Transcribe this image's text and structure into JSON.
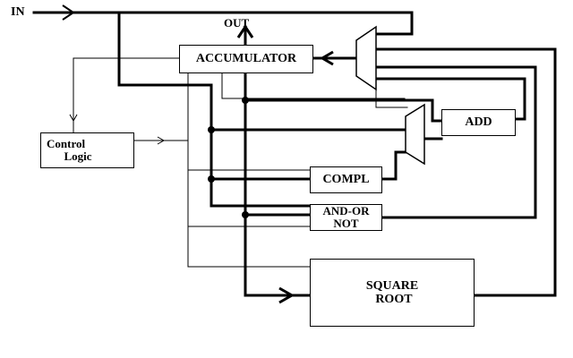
{
  "labels": {
    "input": "IN",
    "output": "OUT"
  },
  "blocks": {
    "accumulator": "ACCUMULATOR",
    "control_logic": "Control\n      Logic",
    "add": "ADD",
    "compl": "COMPL",
    "and_or_not": "AND-OR\nNOT",
    "square_root": "SQUARE\n   ROOT"
  }
}
